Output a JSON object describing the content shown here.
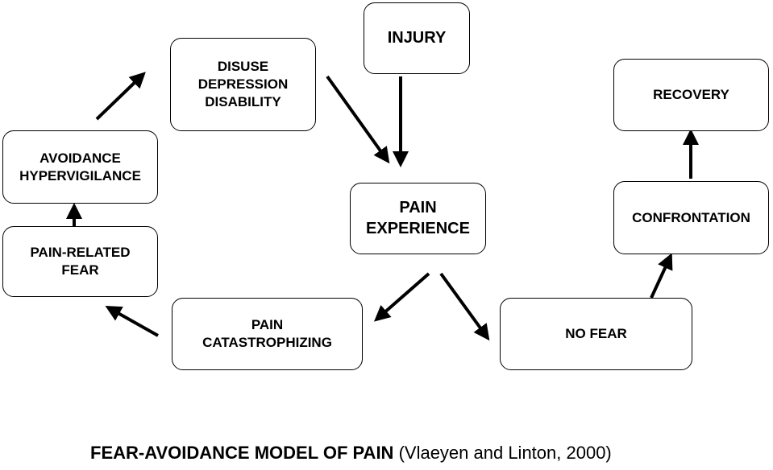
{
  "nodes": {
    "injury": {
      "lines": [
        "INJURY"
      ]
    },
    "disuse": {
      "lines": [
        "DISUSE",
        "DEPRESSION",
        "DISABILITY"
      ]
    },
    "recovery": {
      "lines": [
        "RECOVERY"
      ]
    },
    "avoidance": {
      "lines": [
        "AVOIDANCE",
        "HYPERVIGILANCE"
      ]
    },
    "pain_experience": {
      "lines": [
        "PAIN",
        "EXPERIENCE"
      ]
    },
    "confrontation": {
      "lines": [
        "CONFRONTATION"
      ]
    },
    "pain_related_fear": {
      "lines": [
        "PAIN-RELATED",
        "FEAR"
      ]
    },
    "pain_catastrophizing": {
      "lines": [
        "PAIN",
        "CATASTROPHIZING"
      ]
    },
    "no_fear": {
      "lines": [
        "NO FEAR"
      ]
    }
  },
  "caption": {
    "title": "FEAR-AVOIDANCE MODEL OF PAIN",
    "citation": " (Vlaeyen and Linton, 2000)"
  },
  "colors": {
    "stroke": "#000000",
    "background": "#ffffff"
  }
}
